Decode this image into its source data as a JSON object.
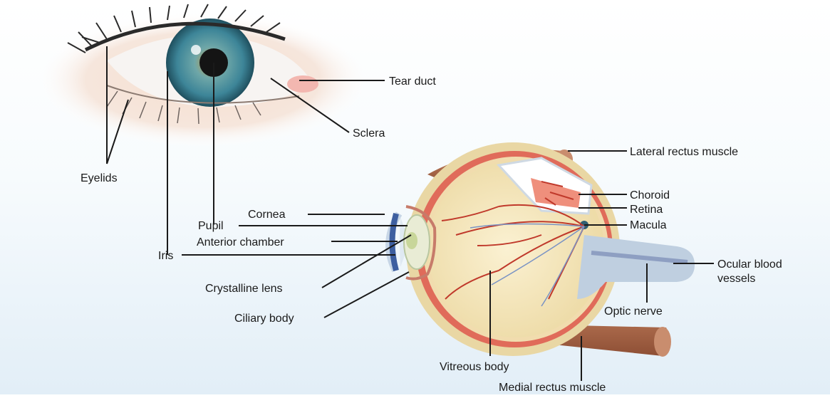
{
  "labels": {
    "tear_duct": "Tear duct",
    "sclera": "Sclera",
    "eyelids": "Eyelids",
    "lateral_rectus": "Lateral rectus muscle",
    "choroid": "Choroid",
    "retina": "Retina",
    "macula": "Macula",
    "cornea": "Cornea",
    "pupil": "Pupil",
    "anterior_chamber": "Anterior chamber",
    "iris": "Iris",
    "ocular_vessels_1": "Ocular blood",
    "ocular_vessels_2": "vessels",
    "crystalline_lens": "Crystalline lens",
    "optic_nerve": "Optic nerve",
    "ciliary_body": "Ciliary body",
    "vitreous_body": "Vitreous body",
    "medial_rectus": "Medial rectus muscle"
  },
  "colors": {
    "background_top": "#ffffff",
    "background_bottom": "#e6f1f8",
    "iris": "#3f8a9c",
    "pupil": "#141414",
    "vitreous": "#f4e7bd",
    "muscle": "#b87456",
    "choroid": "#e06b5a",
    "vessel": "#c0392b",
    "sclera_wall": "#e9d7a4",
    "optic_nerve": "#bfcfe0",
    "leader_line": "#1a1a1a"
  }
}
